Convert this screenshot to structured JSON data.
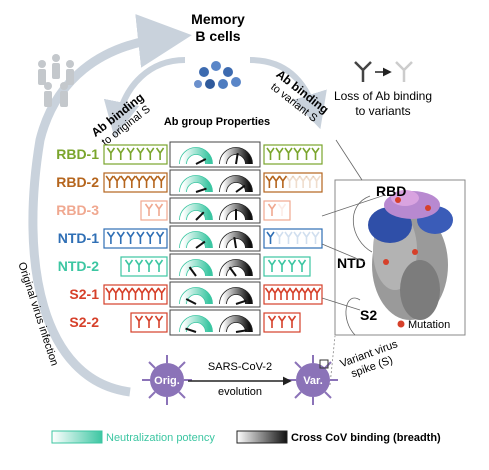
{
  "header": {
    "memory_line1": "Memory",
    "memory_line2": "B cells",
    "binding_original_1": "Ab binding",
    "binding_original_2": "to original S",
    "binding_variant_1": "Ab binding",
    "binding_variant_2": "to variant S",
    "group_properties": "Ab group Properties"
  },
  "loss_label_1": "Loss of Ab binding",
  "loss_label_2": "to variants",
  "groups": [
    {
      "label": "RBD-1",
      "color": "#7aa52c",
      "potency": 0.85,
      "breadth": 0.55,
      "ab_count": 6,
      "variant_binding": "full"
    },
    {
      "label": "RBD-2",
      "color": "#b5651d",
      "potency": 0.9,
      "breadth": 0.8,
      "ab_count": 8,
      "variant_binding": "partial"
    },
    {
      "label": "RBD-3",
      "color": "#f0a890",
      "potency": 0.75,
      "breadth": 0.5,
      "ab_count": 2,
      "variant_binding": "partial"
    },
    {
      "label": "NTD-1",
      "color": "#2f6fb5",
      "potency": 0.8,
      "breadth": 0.45,
      "ab_count": 6,
      "variant_binding": "loss"
    },
    {
      "label": "NTD-2",
      "color": "#3cc6a2",
      "potency": 0.3,
      "breadth": 0.3,
      "ab_count": 4,
      "variant_binding": "full"
    },
    {
      "label": "S2-1",
      "color": "#d6402a",
      "potency": 0.15,
      "breadth": 0.9,
      "ab_count": 9,
      "variant_binding": "full"
    },
    {
      "label": "S2-2",
      "color": "#d6402a",
      "potency": 0.1,
      "breadth": 0.95,
      "ab_count": 3,
      "variant_binding": "full"
    }
  ],
  "spike": {
    "rbd": "RBD",
    "ntd": "NTD",
    "s2": "S2",
    "mutation": "Mutation",
    "variant_virus_1": "Variant virus",
    "variant_virus_2": "spike (S)"
  },
  "virus": {
    "orig": "Orig.",
    "var": "Var.",
    "evolution_1": "SARS-CoV-2",
    "evolution_2": "evolution",
    "infection": "Original virus infection"
  },
  "legend": {
    "potency": "Neutralization potency",
    "breadth": "Cross CoV binding (breadth)"
  },
  "colors": {
    "teal": "#3cc6a2",
    "dark": "#222222",
    "arrow_gray": "#c9d2dc",
    "virus_purple": "#8b73b8",
    "mutation_red": "#d6402a"
  }
}
